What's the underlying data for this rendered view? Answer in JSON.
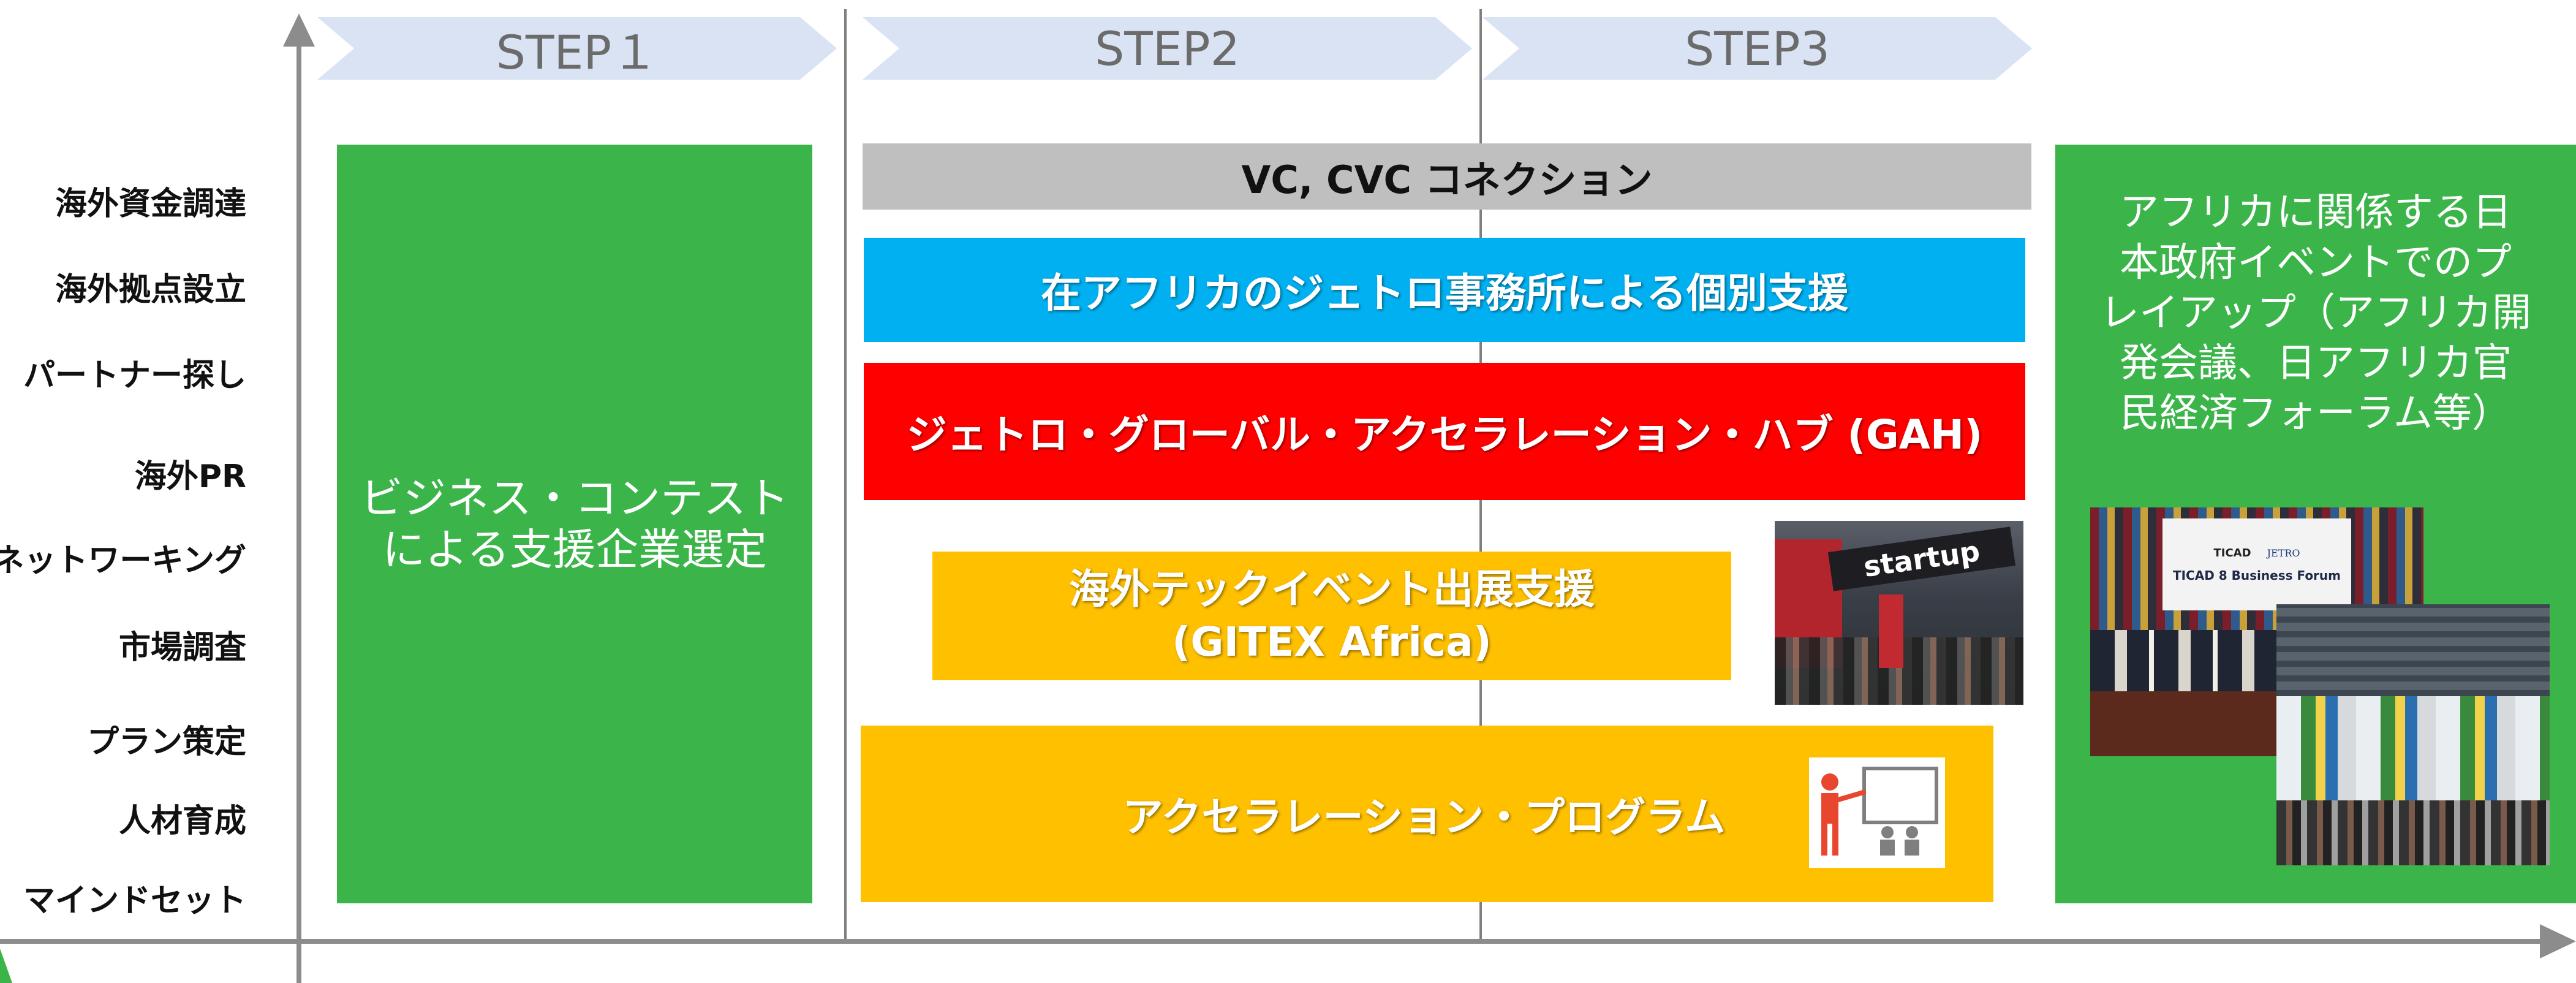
{
  "colors": {
    "step_arrow": "#dae3f3",
    "green": "#3bb54a",
    "gray_bar": "#bfbfbf",
    "blue_bar": "#00b0f0",
    "red_bar": "#ff0000",
    "yellow_bar": "#ffc000",
    "axis": "#7f7f7f"
  },
  "steps": [
    "STEP１",
    "STEP2",
    "STEP3"
  ],
  "y_axis_items": [
    "海外資金調達",
    "海外拠点設立",
    "パートナー探し",
    "海外PR",
    "ネットワーキング",
    "市場調査",
    "プラン策定",
    "人材育成",
    "マインドセット"
  ],
  "contest_block": {
    "line1": "ビジネス・コンテスト",
    "line2": "による支援企業選定"
  },
  "bars": {
    "vc": "VC, CVC コネクション",
    "jetro_offices": "在アフリカのジェトロ事務所による個別支援",
    "gah": "ジェトロ・グローバル・アクセラレーション・ハブ (GAH)",
    "tech_event_line1": "海外テックイベント出展支援",
    "tech_event_line2": "(GITEX Africa)",
    "accelerator": "アクセラレーション・プログラム"
  },
  "icons": {
    "presentation": "presentation-teacher-icon"
  },
  "photos": {
    "startup_booth_sign": "startup",
    "ticad_stage": "TICAD 8 Business Forum",
    "ticad_logo": "TICAD",
    "jetro_logo": "JETRO"
  },
  "japan_events_block": {
    "lines": [
      "アフリカに関係する日",
      "本政府イベントでのプ",
      "レイアップ（アフリカ開",
      "発会議、日アフリカ官",
      "民経済フォーラム等）"
    ]
  }
}
